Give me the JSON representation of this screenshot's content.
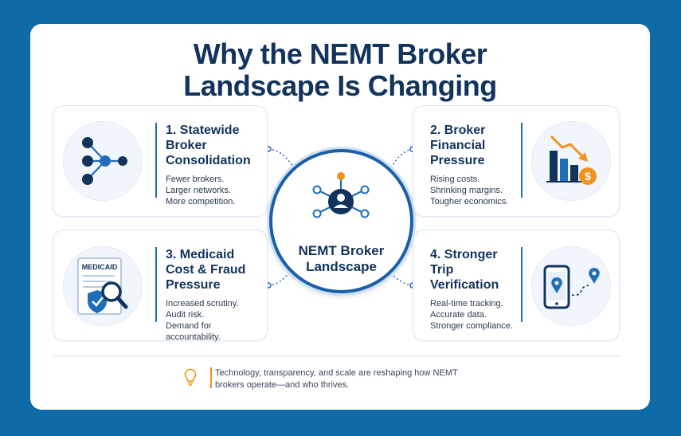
{
  "title": {
    "line1": "Why the NEMT Broker",
    "line2": "Landscape Is Changing"
  },
  "center": {
    "line1": "NEMT Broker",
    "line2": "Landscape"
  },
  "cards": [
    {
      "title": [
        "1. Statewide",
        "Broker",
        "Consolidation"
      ],
      "desc": [
        "Fewer brokers.",
        "Larger networks.",
        "More competition."
      ],
      "icon": "network-nodes-icon"
    },
    {
      "title": [
        "2. Broker",
        "Financial",
        "Pressure"
      ],
      "desc": [
        "Rising costs.",
        "Shrinking margins.",
        "Tougher economics."
      ],
      "icon": "declining-chart-icon"
    },
    {
      "title": [
        "3. Medicaid",
        "Cost & Fraud",
        "Pressure"
      ],
      "desc": [
        "Increased scrutiny.",
        "Audit risk.",
        "Demand for accountability."
      ],
      "icon": "medicaid-document-icon",
      "icon_text": "MEDICAID"
    },
    {
      "title": [
        "4. Stronger",
        "Trip",
        "Verification"
      ],
      "desc": [
        "Real-time tracking.",
        "Accurate data.",
        "Stronger compliance."
      ],
      "icon": "phone-location-icon"
    }
  ],
  "footer": {
    "icon": "lightbulb-icon",
    "line1": "Technology, transparency, and scale are reshaping how NEMT",
    "line2": "brokers operate—and who thrives."
  },
  "colors": {
    "navy": "#12335c",
    "blue": "#1f6fb8",
    "accent_orange": "#f0921b",
    "background": "#0f6aa8"
  }
}
